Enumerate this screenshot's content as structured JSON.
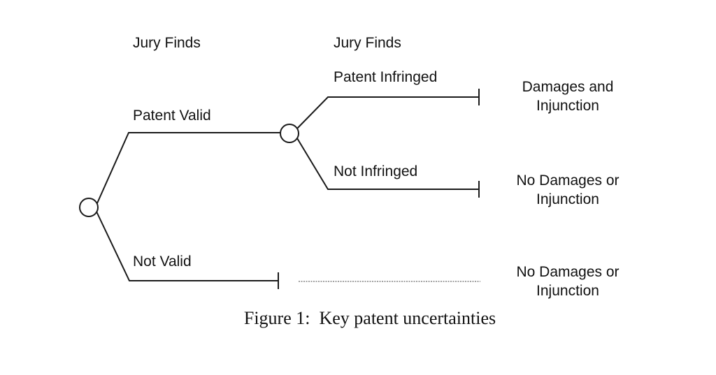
{
  "figure": {
    "type": "decision-tree-diagram",
    "caption": "Figure 1:  Key patent uncertainties"
  },
  "colors": {
    "background": "#ffffff",
    "line": "#1a1a1a",
    "text": "#111111",
    "dotted_line": "#444444"
  },
  "tree": {
    "stage_headers": [
      {
        "label": "Jury Finds"
      },
      {
        "label": "Jury Finds"
      }
    ],
    "nodes": [
      {
        "name": "validity-chance-node"
      },
      {
        "name": "infringement-chance-node"
      }
    ],
    "branches": [
      {
        "label": "Patent Valid"
      },
      {
        "label": "Not Valid"
      },
      {
        "label": "Patent Infringed"
      },
      {
        "label": "Not Infringed"
      }
    ],
    "outcomes": [
      {
        "label": "Damages and\nInjunction"
      },
      {
        "label": "No Damages or\nInjunction"
      },
      {
        "label": "No Damages or\nInjunction"
      }
    ]
  }
}
